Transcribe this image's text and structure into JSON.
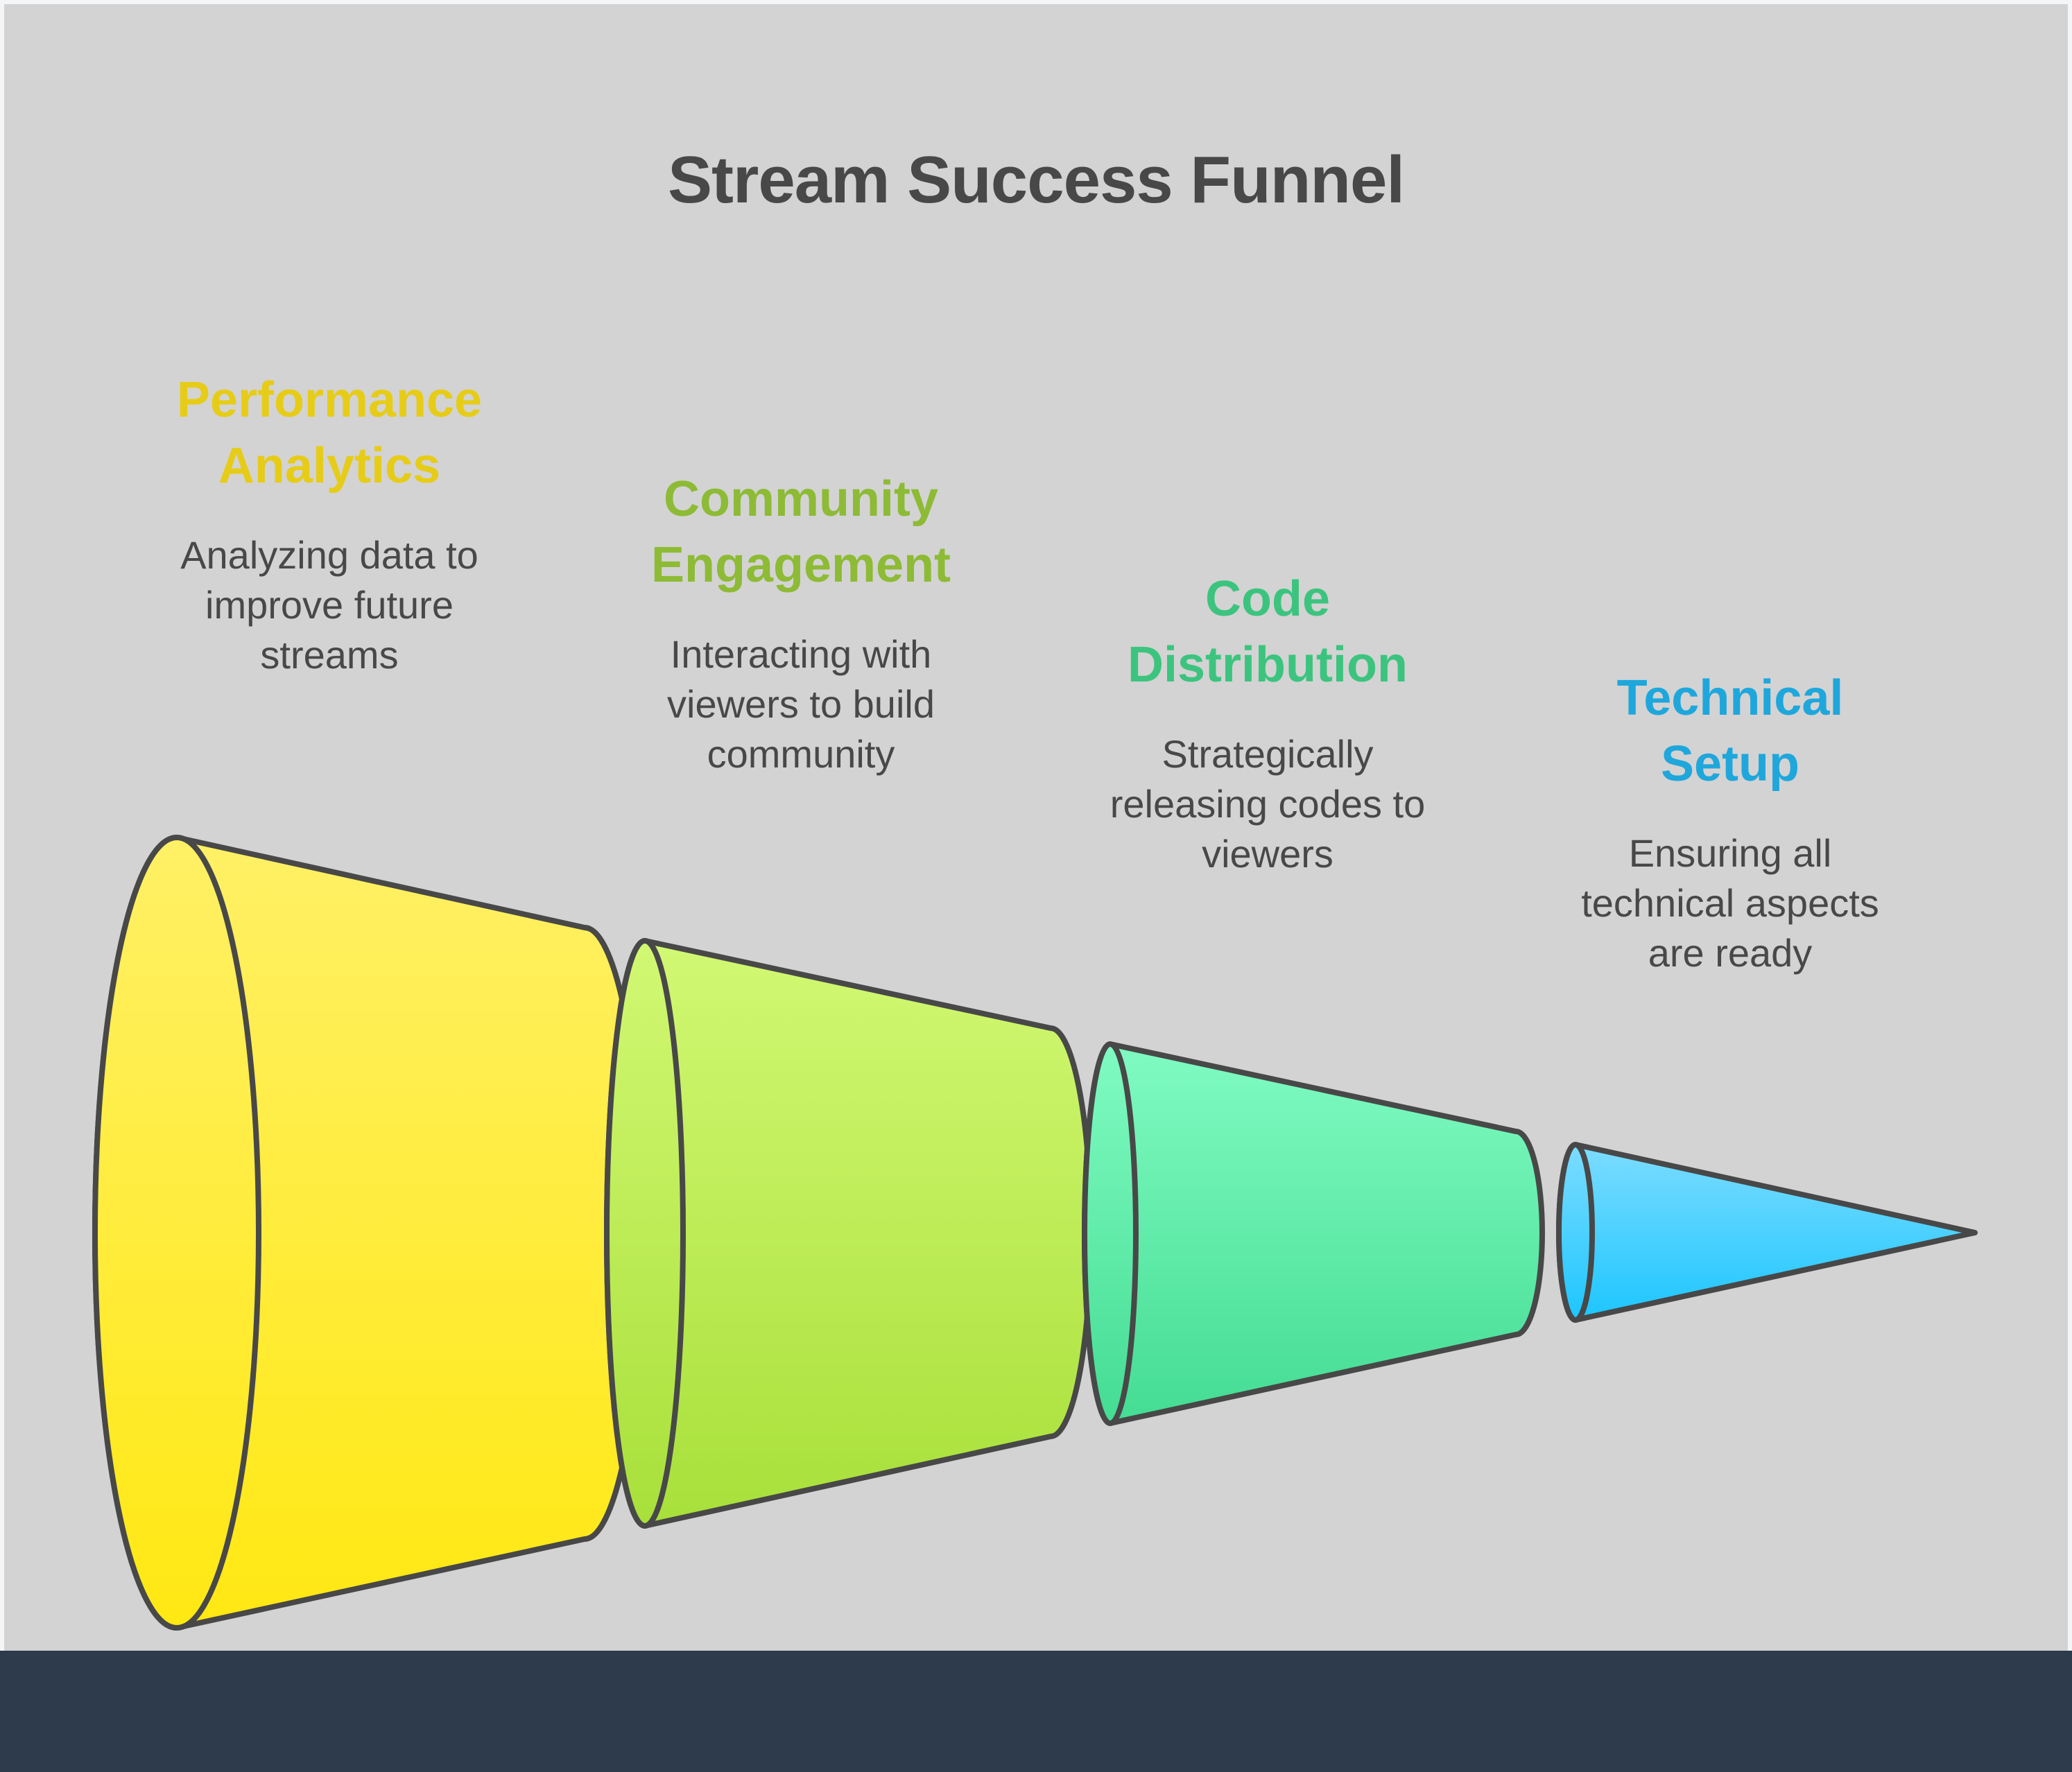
{
  "title": "Stream Success Funnel",
  "stages": [
    {
      "title_lines": [
        "Performance",
        "Analytics"
      ],
      "description_lines": [
        "Analyzing data to",
        "improve future",
        "streams"
      ],
      "color": "#e6cc17",
      "fill_top": "#fff066",
      "fill_bottom": "#ffe812"
    },
    {
      "title_lines": [
        "Community",
        "Engagement"
      ],
      "description_lines": [
        "Interacting with",
        "viewers to build",
        "community"
      ],
      "color": "#8dbb35",
      "fill_top": "#d2f873",
      "fill_bottom": "#a8e03a"
    },
    {
      "title_lines": [
        "Code",
        "Distribution"
      ],
      "description_lines": [
        "Strategically",
        "releasing codes to",
        "viewers"
      ],
      "color": "#3cc47f",
      "fill_top": "#80fbc2",
      "fill_bottom": "#44dc93"
    },
    {
      "title_lines": [
        "Technical",
        "Setup"
      ],
      "description_lines": [
        "Ensuring all",
        "technical aspects",
        "are ready"
      ],
      "color": "#1fa7dc",
      "fill_top": "#7ddcff",
      "fill_bottom": "#1cc6ff"
    }
  ],
  "colors": {
    "background": "#d3d3d3",
    "outline": "#484848",
    "footer_band": "#2d3b4d"
  }
}
